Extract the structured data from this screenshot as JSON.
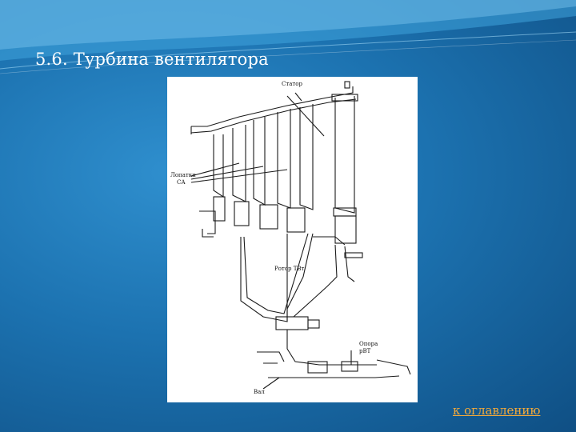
{
  "slide": {
    "title": "5.6. Турбина вентилятора",
    "toc_link": "к оглавлению"
  },
  "figure": {
    "labels": {
      "stator": "Статор",
      "blades": "Лопатки",
      "blades_line2": "СА",
      "rotor": "Ротор ТВт",
      "support": "Опора",
      "support_line2": "рВТ",
      "shaft": "Вал"
    }
  },
  "colors": {
    "background": "#1c72b0",
    "title": "#ffffff",
    "link": "#f2a93b"
  }
}
